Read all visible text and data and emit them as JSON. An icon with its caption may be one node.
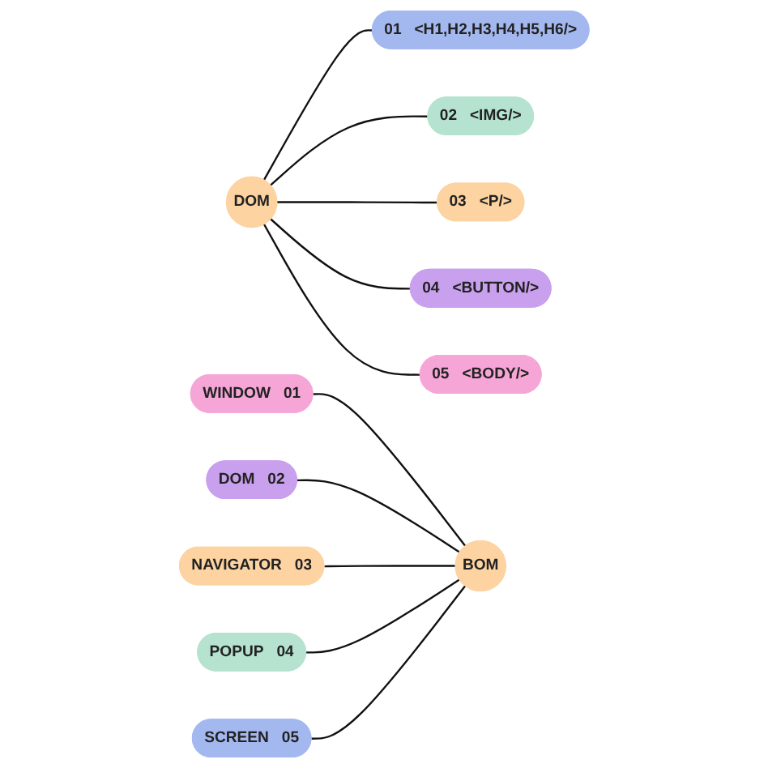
{
  "diagram": {
    "nodes": [
      {
        "text": [
          "DOM"
        ]
      },
      {
        "text": [
          "01",
          "<H1,H2,H3,H4,H5,H6/>"
        ]
      },
      {
        "text": [
          "02",
          "<IMG/>"
        ]
      },
      {
        "text": [
          "03",
          "<P/>"
        ]
      },
      {
        "text": [
          "04",
          "<BUTTON/>"
        ]
      },
      {
        "text": [
          "05",
          "<BODY/>"
        ]
      },
      {
        "text": [
          "WINDOW",
          "01"
        ]
      },
      {
        "text": [
          "DOM",
          "02"
        ]
      },
      {
        "text": [
          "NAVIGATOR",
          "03"
        ]
      },
      {
        "text": [
          "POPUP",
          "04"
        ]
      },
      {
        "text": [
          "SCREEN",
          "05"
        ]
      },
      {
        "text": [
          "BOM"
        ]
      }
    ],
    "edges": [
      {
        "from": 0,
        "to": 1,
        "arrow": "none"
      },
      {
        "from": 0,
        "to": 2,
        "arrow": "none"
      },
      {
        "from": 0,
        "to": 3,
        "arrow": "none"
      },
      {
        "from": 0,
        "to": 4,
        "arrow": "none"
      },
      {
        "from": 0,
        "to": 5,
        "arrow": "none"
      },
      {
        "from": 6,
        "to": 11,
        "arrow": "none"
      },
      {
        "from": 7,
        "to": 11,
        "arrow": "none"
      },
      {
        "from": 8,
        "to": 11,
        "arrow": "none"
      },
      {
        "from": 9,
        "to": 11,
        "arrow": "none"
      },
      {
        "from": 10,
        "to": 11,
        "arrow": "none"
      }
    ]
  }
}
